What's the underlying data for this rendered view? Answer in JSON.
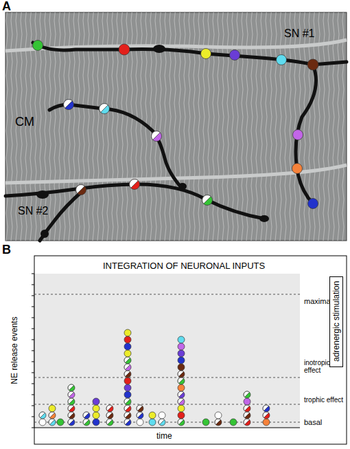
{
  "diagram": {
    "nodes": [
      {
        "text": [
          "adrenergic stimulation"
        ]
      }
    ],
    "labels": [
      "A",
      "SN #1",
      "CM",
      "SN #2",
      "B",
      "INTEGRATION OF NEURONAL INPUTS",
      "NE release events",
      "time",
      "maximal",
      "inotropic effect",
      "trophic effect",
      "basal"
    ]
  }
}
